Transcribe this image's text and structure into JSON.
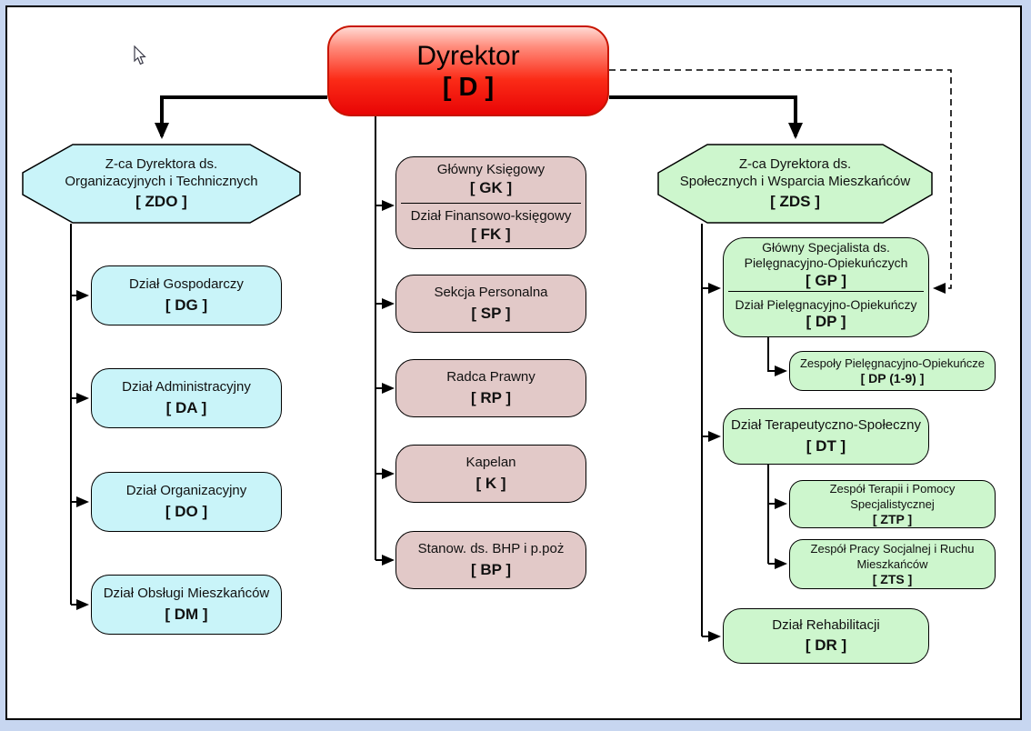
{
  "palette": {
    "page_background": "#c7d6f0",
    "sheet": "#ffffff",
    "root_red_top": "#ffd9d3",
    "root_red_bottom": "#e80505",
    "cyan_branch": "#c9f4f9",
    "pink_branch": "#e2c9c8",
    "green_branch": "#cdf6cd",
    "line_color": "#000000"
  },
  "nodes": {
    "root": {
      "title": "Dyrektor",
      "code": "[ D ]"
    },
    "zdo": {
      "title": "Z-ca Dyrektora ds.\nOrganizacyjnych i Technicznych",
      "code": "[ ZDO ]"
    },
    "zds": {
      "title": "Z-ca Dyrektora ds.\nSpołecznych i Wsparcia Mieszkańców",
      "code": "[ ZDS ]"
    },
    "dg": {
      "title": "Dział Gospodarczy",
      "code": "[ DG ]"
    },
    "da": {
      "title": "Dział Administracyjny",
      "code": "[ DA ]"
    },
    "do": {
      "title": "Dział Organizacyjny",
      "code": "[ DO ]"
    },
    "dm": {
      "title": "Dział Obsługi Mieszkańców",
      "code": "[ DM ]"
    },
    "gk": {
      "title": "Główny Księgowy",
      "code": "[ GK ]"
    },
    "fk": {
      "title": "Dział Finansowo-księgowy",
      "code": "[ FK ]"
    },
    "sp": {
      "title": "Sekcja Personalna",
      "code": "[ SP ]"
    },
    "rp": {
      "title": "Radca Prawny",
      "code": "[ RP ]"
    },
    "k": {
      "title": "Kapelan",
      "code": "[ K ]"
    },
    "bp": {
      "title": "Stanow. ds. BHP i p.poż",
      "code": "[ BP ]"
    },
    "gp": {
      "title": "Główny Specjalista ds.\nPielęgnacyjno-Opiekuńczych",
      "code": "[ GP ]"
    },
    "dp": {
      "title": "Dział Pielęgnacyjno-Opiekuńczy",
      "code": "[ DP ]"
    },
    "dp19": {
      "title": "Zespoły Pielęgnacyjno-Opiekuńcze",
      "code": "[ DP (1-9) ]"
    },
    "dt": {
      "title": "Dział Terapeutyczno-Społeczny",
      "code": "[ DT ]"
    },
    "ztp": {
      "title": "Zespół Terapii i Pomocy\nSpecjalistycznej",
      "code": "[ ZTP ]"
    },
    "zts": {
      "title": "Zespół Pracy Socjalnej i Ruchu\nMieszkańców",
      "code": "[ ZTS ]"
    },
    "dr": {
      "title": "Dział Rehabilitacji",
      "code": "[ DR ]"
    }
  }
}
